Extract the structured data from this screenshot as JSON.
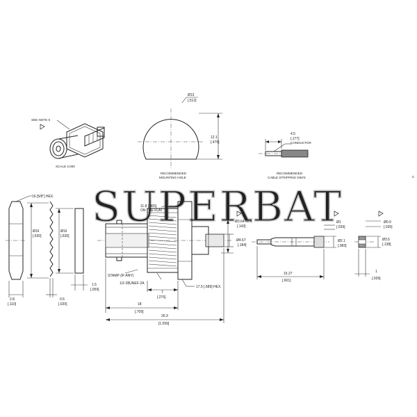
{
  "watermark": "SUPERBAT",
  "iso_view": {
    "note": "SEE NOTE 6",
    "scale": "SCALE  2.000"
  },
  "mounting_hole": {
    "dia_mm": "Ø13",
    "dia_in": "[.512]",
    "flat_mm": "12.1",
    "flat_in": "[.476]",
    "caption_1": "RECOMMENDED",
    "caption_2": "MOUNTING HOLE"
  },
  "stripping": {
    "len_mm": "4.5",
    "len_in": "[.177]",
    "conductor": "CONDUCTOR",
    "caption_1": "RECOMMENDED",
    "caption_2": "CABLE STRIPPING DIM'S"
  },
  "side_labels": {
    "hex_nut": "16 [5/8\"] HEX.",
    "nut_dia_mm": "Ø16",
    "nut_dia_in": "[.630]",
    "washer_dia_mm": "Ø16",
    "washer_dia_in": "[.630]",
    "nut_thk_mm": "2.8",
    "nut_thk_in": "[.110]",
    "lock_thk_mm": "0.5",
    "lock_thk_in": "[.020]",
    "washer_thk_mm": "1.5",
    "washer_thk_in": "[.059]"
  },
  "body_labels": {
    "flat_dim": "11.8 [.465]",
    "flat_note": "ON THE FLAT",
    "pin_dia_mm": "Ø3.64 MIN.",
    "pin_dia_in": "[.143]",
    "bore_mm": "Ø4.67",
    "bore_in": "[.184]",
    "stamp": "STAMP (IF ANY)",
    "thread": "1/2-28UNEF-2A",
    "thread_len_mm": "7",
    "thread_len_in": "[.276]",
    "hex_body": "17.5 [.689] HEX.",
    "len18_mm": "18",
    "len18_in": "[.709]",
    "len269_mm": "26.9",
    "len269_in": "[1.059]"
  },
  "contact_labels": {
    "tip_mm": "Ø1",
    "tip_in": "[.039]",
    "d21_mm": "Ø2.1",
    "d21_in": "[.083]",
    "len_mm": "15.27",
    "len_in": "[.601]"
  },
  "ferrule_labels": {
    "d09_mm": "Ø0.9",
    "d09_in": "[.035]",
    "d35_mm": "Ø3.5",
    "d35_in": "[.138]",
    "len_mm": "1",
    "len_in": "[.039]"
  },
  "edge_mark": "C"
}
